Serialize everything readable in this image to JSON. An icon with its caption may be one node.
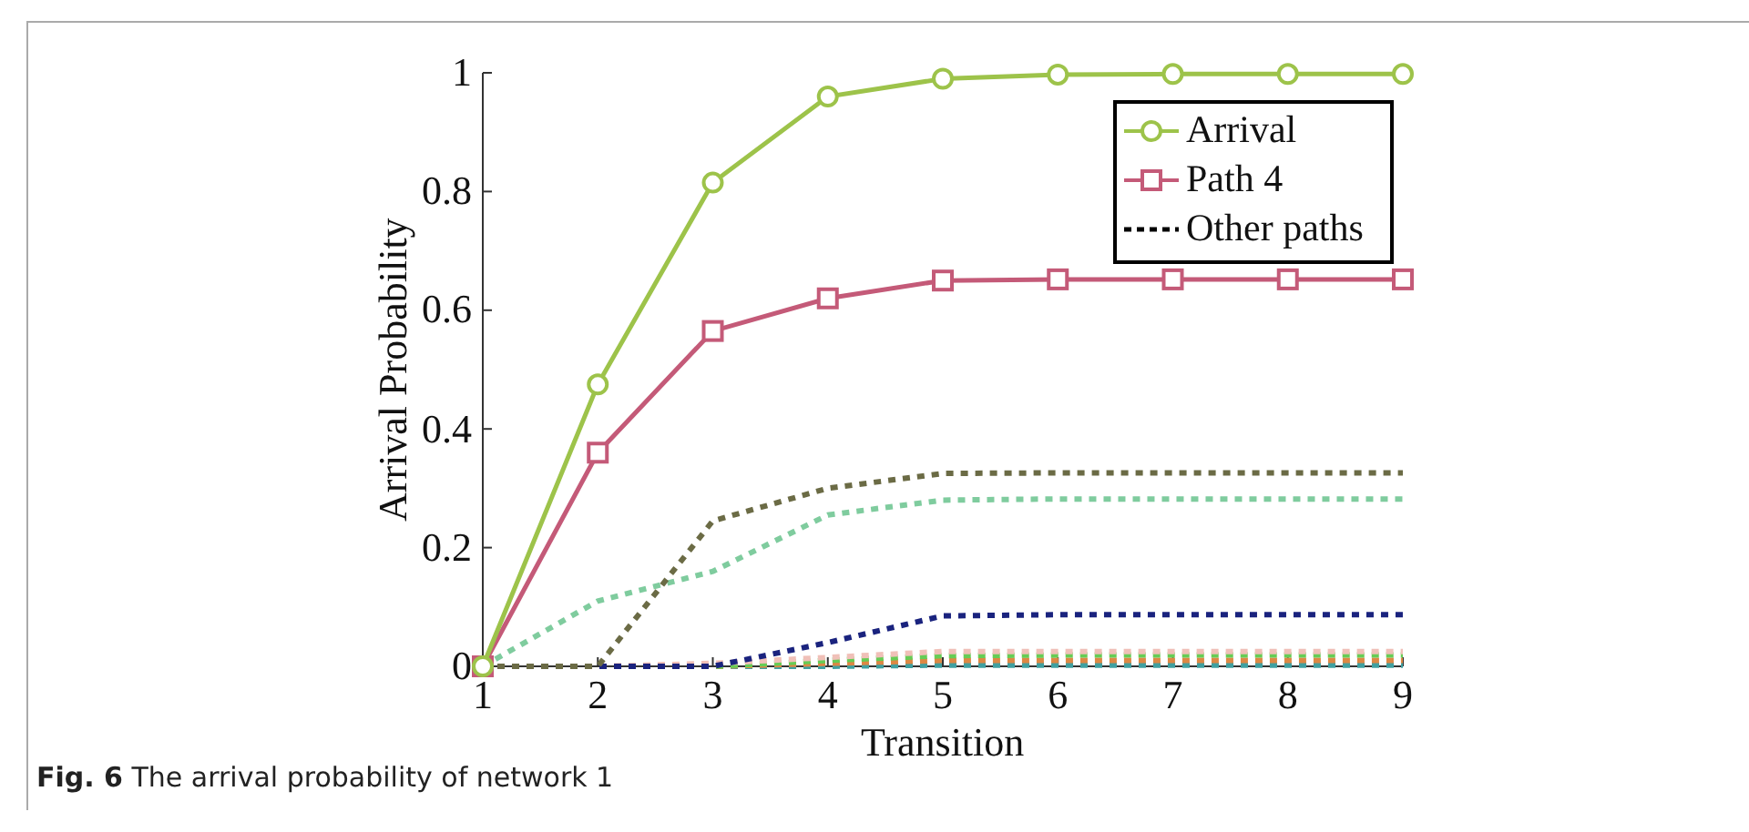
{
  "diagram": {
    "caption": "**Fig. 6** The arrival probability of network 1",
    "legend": [
      {
        "text": "Arrival"
      },
      {
        "text": "Path 4"
      },
      {
        "text": "Other paths"
      }
    ],
    "chart_data": {
      "type": "line",
      "xlabel": "Transition",
      "ylabel": "Arrival Probability",
      "x": [
        1,
        2,
        3,
        4,
        5,
        6,
        7,
        8,
        9
      ],
      "xlim": [
        1,
        9
      ],
      "ylim": [
        0,
        1
      ],
      "xticks": [
        1,
        2,
        3,
        4,
        5,
        6,
        7,
        8,
        9
      ],
      "yticks": [
        0,
        0.2,
        0.4,
        0.6,
        0.8,
        1
      ],
      "series": [
        {
          "color": "#9dc34a",
          "marker": "circle",
          "line_style": "solid",
          "values": [
            0,
            0.475,
            0.815,
            0.96,
            0.99,
            0.997,
            0.998,
            0.998,
            0.998
          ]
        },
        {
          "color": "#c45a78",
          "marker": "square",
          "line_style": "solid",
          "values": [
            0,
            0.36,
            0.565,
            0.62,
            0.65,
            0.652,
            0.652,
            0.652,
            0.652
          ]
        },
        {
          "color": "#6b6b45",
          "line_style": "dashed",
          "values": [
            0,
            0,
            0.245,
            0.3,
            0.325,
            0.326,
            0.326,
            0.326,
            0.326
          ]
        },
        {
          "color": "#7fcc9e",
          "line_style": "dashed",
          "values": [
            0,
            0.11,
            0.16,
            0.255,
            0.28,
            0.282,
            0.282,
            0.282,
            0.282
          ]
        },
        {
          "color": "#1a237e",
          "line_style": "dashed",
          "values": [
            0,
            0,
            0,
            0.04,
            0.085,
            0.087,
            0.087,
            0.087,
            0.087
          ]
        },
        {
          "color": "#f0c0b8",
          "line_style": "dashed",
          "values": [
            0,
            0,
            0.005,
            0.015,
            0.025,
            0.025,
            0.025,
            0.025,
            0.025
          ]
        },
        {
          "color": "#66cc55",
          "line_style": "dashed",
          "values": [
            0,
            0,
            0,
            0.01,
            0.018,
            0.019,
            0.019,
            0.019,
            0.019
          ]
        },
        {
          "color": "#dd8844",
          "line_style": "dashed",
          "values": [
            0,
            0,
            0,
            0.005,
            0.01,
            0.01,
            0.01,
            0.01,
            0.01
          ]
        },
        {
          "color": "#40a0a0",
          "line_style": "dashed",
          "values": [
            0,
            0,
            0,
            0,
            0.002,
            0.002,
            0.002,
            0.002,
            0.002
          ]
        }
      ]
    }
  }
}
